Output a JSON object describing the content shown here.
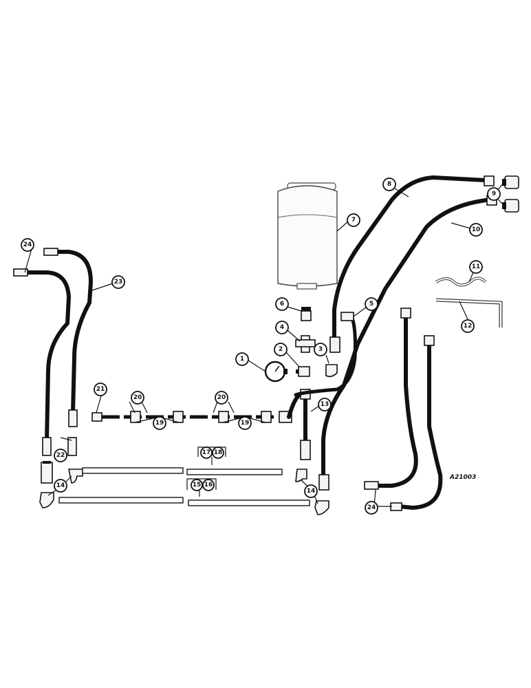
{
  "drawing_number": "A21003",
  "callouts": {
    "c1": "1",
    "c2": "2",
    "c3": "3",
    "c4": "4",
    "c5": "5",
    "c6": "6",
    "c7": "7",
    "c8": "8",
    "c9": "9",
    "c10": "10",
    "c11": "11",
    "c12": "12",
    "c13": "13",
    "c14a": "14",
    "c14b": "14",
    "c15": "15",
    "c16": "16",
    "c17": "17",
    "c18": "18",
    "c19a": "19",
    "c19b": "19",
    "c20a": "20",
    "c20b": "20",
    "c21": "21",
    "c22": "22",
    "c23": "23",
    "c24a": "24",
    "c24b": "24"
  }
}
